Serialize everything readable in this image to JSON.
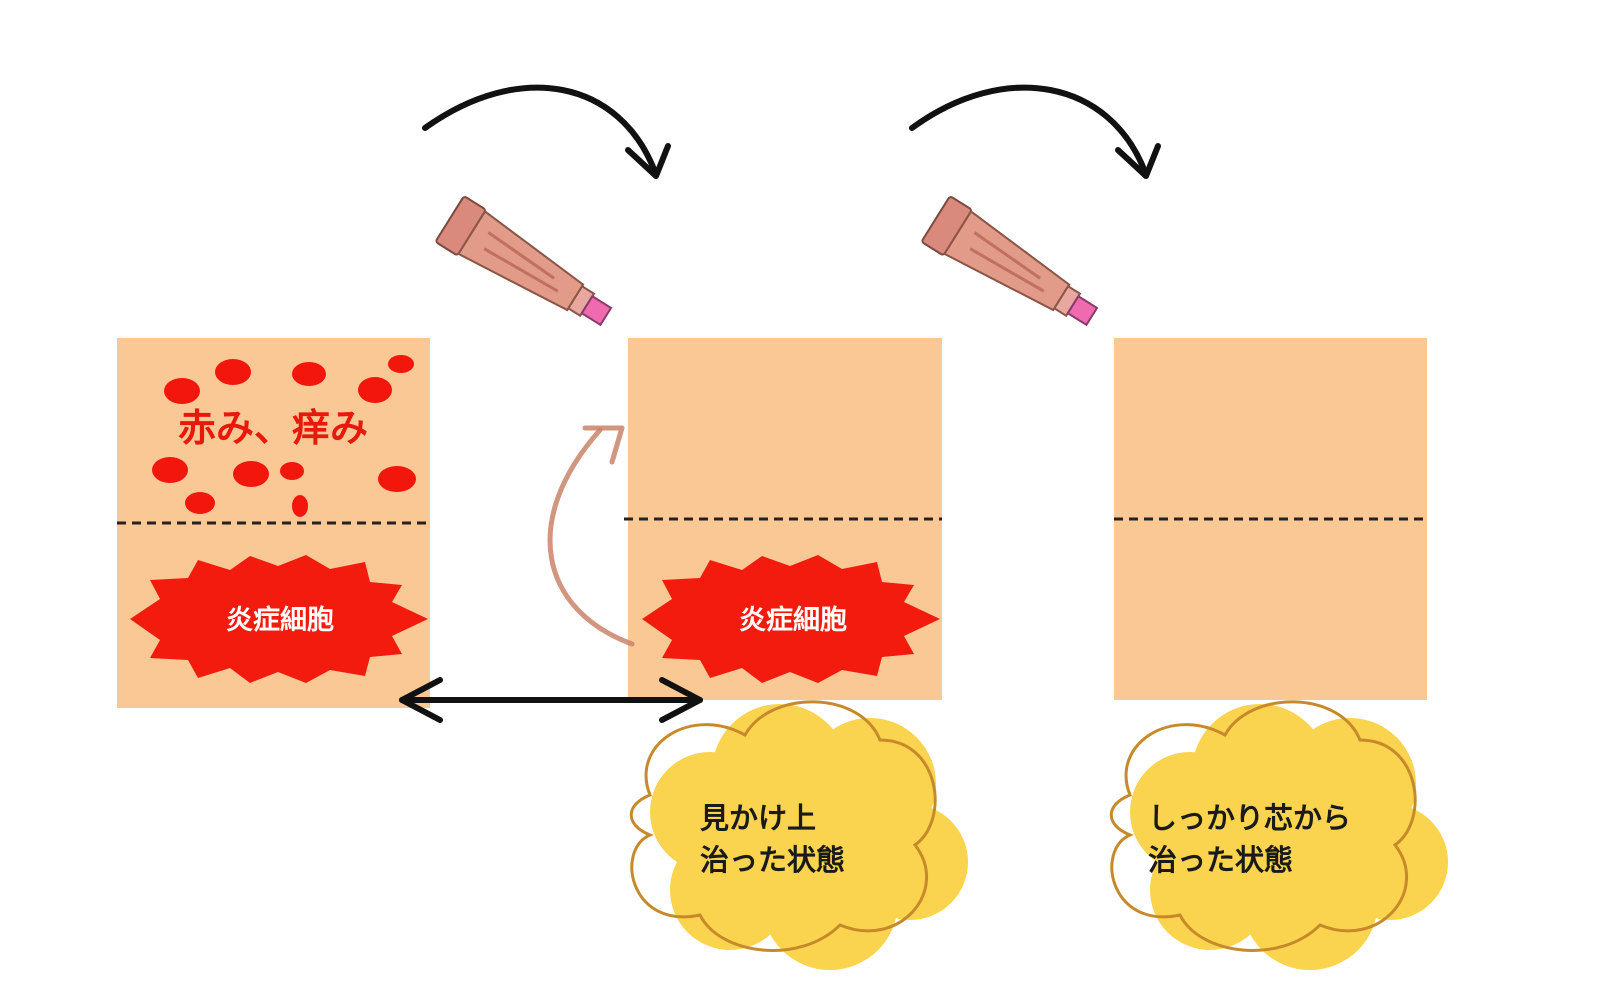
{
  "diagram": {
    "panel_before": {
      "symptom_label": "赤み、痒み",
      "cell_label": "炎症細胞"
    },
    "panel_middle": {
      "cell_label": "炎症細胞",
      "cloud_lines": [
        "見かけ上",
        "治った状態"
      ]
    },
    "panel_after": {
      "cloud_lines": [
        "しっかり芯から",
        "治った状態"
      ]
    },
    "icons": {
      "ointment_tube": "ointment-tube-icon",
      "curved_arrow": "curved-arrow-icon",
      "double_arrow": "double-headed-arrow-icon"
    },
    "colors": {
      "skin": "#fac895",
      "inflammation_red": "#f2160d",
      "cloud_yellow": "#fad44f",
      "cloud_outline": "#c78a2a",
      "crayon_arrow": "#c98468"
    }
  }
}
